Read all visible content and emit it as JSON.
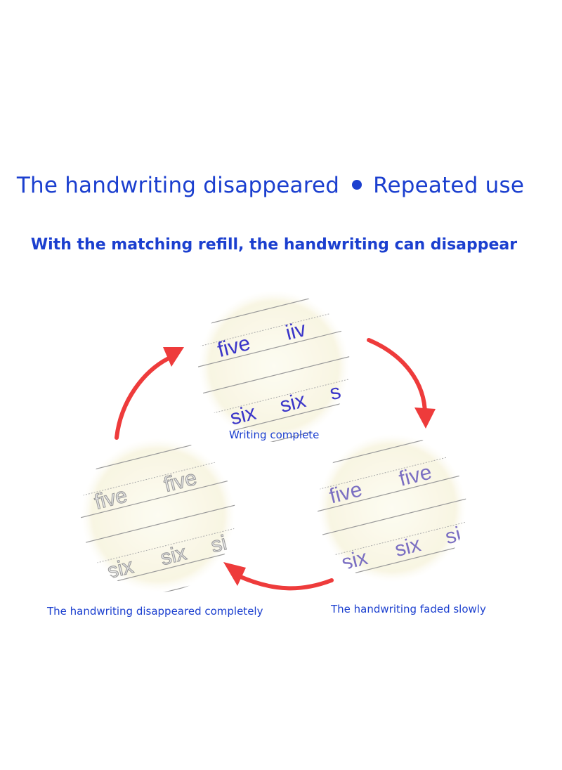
{
  "header": {
    "title_left": "The handwriting disappeared",
    "title_right": "Repeated use",
    "subtitle": "With the matching refill, the handwriting can disappear"
  },
  "stages": [
    {
      "caption": "Writing complete",
      "words": [
        "five",
        "six",
        "six"
      ],
      "ink_color": "#3a35c9"
    },
    {
      "caption": "The handwriting faded slowly",
      "words": [
        "five",
        "five",
        "six",
        "six"
      ],
      "ink_color": "#7b6fc2"
    },
    {
      "caption": "The handwriting disappeared completely",
      "words": [
        "five",
        "five",
        "six",
        "six"
      ],
      "ink_color": "#a8a8a8"
    }
  ],
  "colors": {
    "text_blue": "#1b3fcf",
    "arrow_red": "#ee3b3b",
    "paper": "#fbf9ec",
    "line": "#9a9a9a"
  }
}
